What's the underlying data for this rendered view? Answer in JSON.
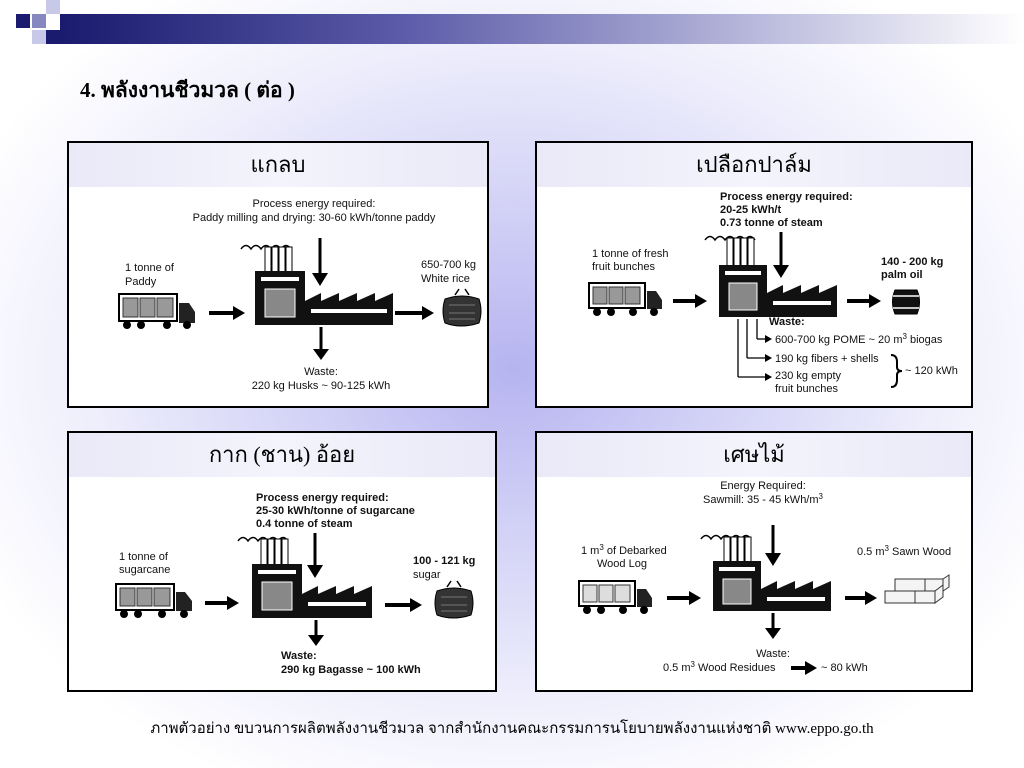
{
  "slide": {
    "title": "4.    พลังงานชีวมวล  ( ต่อ )",
    "footer": "ภาพตัวอย่าง ขบวนการผลิตพลังงานชีวมวล จากสำนักงานคณะกรรมการนโยบายพลังงานแห่งชาติ www.eppo.go.th"
  },
  "panels": {
    "rice": {
      "title": "แกลบ",
      "process_label": "Process energy required:",
      "process_value": "Paddy milling and drying: 30-60 kWh/tonne paddy",
      "input_line1": "1 tonne of",
      "input_line2": "Paddy",
      "output_line1": "650-700 kg",
      "output_line2": "White rice",
      "waste_label": "Waste:",
      "waste_value": "220 kg Husks ~ 90-125 kWh"
    },
    "palm": {
      "title": "เปลือกปาล์ม",
      "process_label": "Process energy required:",
      "process_line1": "20-25 kWh/t",
      "process_line2": "0.73 tonne of steam",
      "input_line1": "1 tonne of fresh",
      "input_line2": "fruit bunches",
      "output_line1": "140 - 200 kg",
      "output_line2": "palm oil",
      "waste_label": "Waste:",
      "waste_1a": "600-700 kg POME ~ 20 m",
      "waste_1sup": "3",
      "waste_1b": " biogas",
      "waste_2": "190 kg fibers + shells",
      "waste_3a": "230 kg empty",
      "waste_3b": "fruit bunches",
      "combined_energy": "~ 120 kWh"
    },
    "sugar": {
      "title": "กาก (ชาน) อ้อย",
      "process_label": "Process energy required:",
      "process_line1": "25-30 kWh/tonne of sugarcane",
      "process_line2": "0.4 tonne of steam",
      "input_line1": "1 tonne of",
      "input_line2": "sugarcane",
      "output_line1": "100 - 121 kg",
      "output_line2": "sugar",
      "waste_label": "Waste:",
      "waste_value": "290 kg Bagasse ~ 100 kWh"
    },
    "wood": {
      "title": "เศษไม้",
      "process_label": "Energy Required:",
      "process_a": "Sawmill: 35 - 45 kWh/m",
      "process_sup": "3",
      "input_a": "1 m",
      "input_sup": "3",
      "input_b": " of Debarked",
      "input_line2": "Wood Log",
      "output_a": "0.5 m",
      "output_sup": "3",
      "output_b": " Sawn Wood",
      "waste_label": "Waste:",
      "waste_a": "0.5 m",
      "waste_sup": "3",
      "waste_b": " Wood Residues",
      "waste_energy": "~ 80 kWh"
    }
  }
}
